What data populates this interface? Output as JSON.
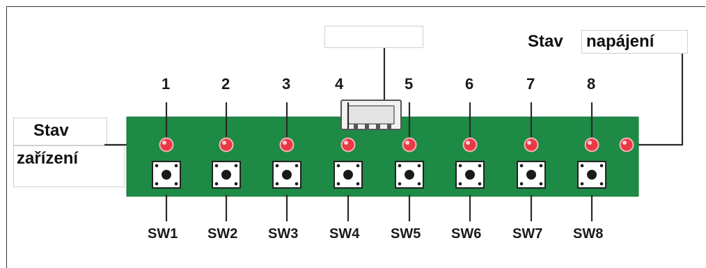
{
  "labels": {
    "device_status": [
      "Stav",
      "zařízení"
    ],
    "power_status_prefix": "Stav",
    "power_status_word": "napájení"
  },
  "channels": [
    "1",
    "2",
    "3",
    "4",
    "5",
    "6",
    "7",
    "8"
  ],
  "switches": [
    "SW1",
    "SW2",
    "SW3",
    "SW4",
    "SW5",
    "SW6",
    "SW7",
    "SW8"
  ],
  "colors": {
    "board": "#1d8a45",
    "led": "#e83a45",
    "line": "#2a2a2a"
  },
  "icons": {
    "connector": "board-connector-icon",
    "led": "red-led-icon",
    "button": "tactile-switch-icon"
  }
}
